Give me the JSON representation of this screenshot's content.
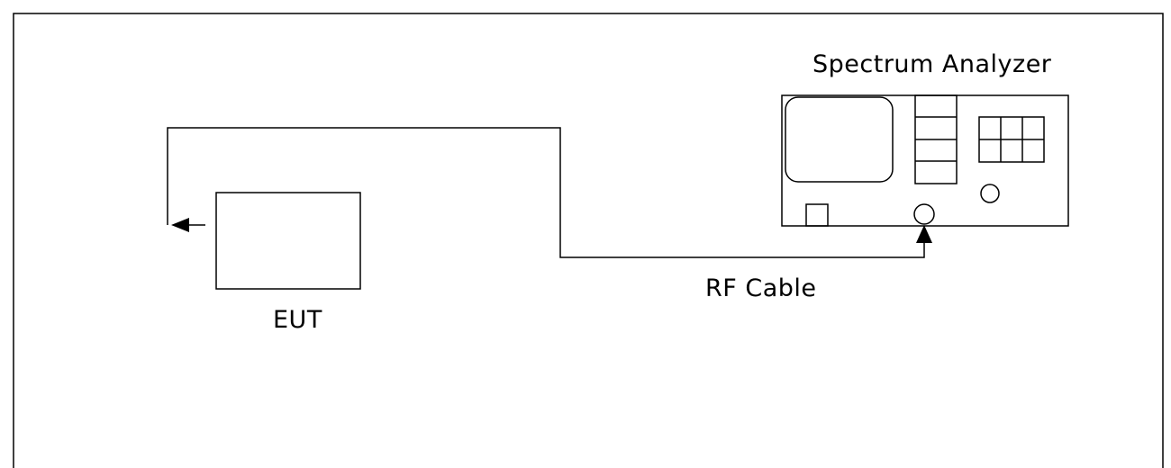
{
  "labels": {
    "spectrum_analyzer": "Spectrum Analyzer",
    "rf_cable": "RF Cable",
    "eut": "EUT"
  }
}
